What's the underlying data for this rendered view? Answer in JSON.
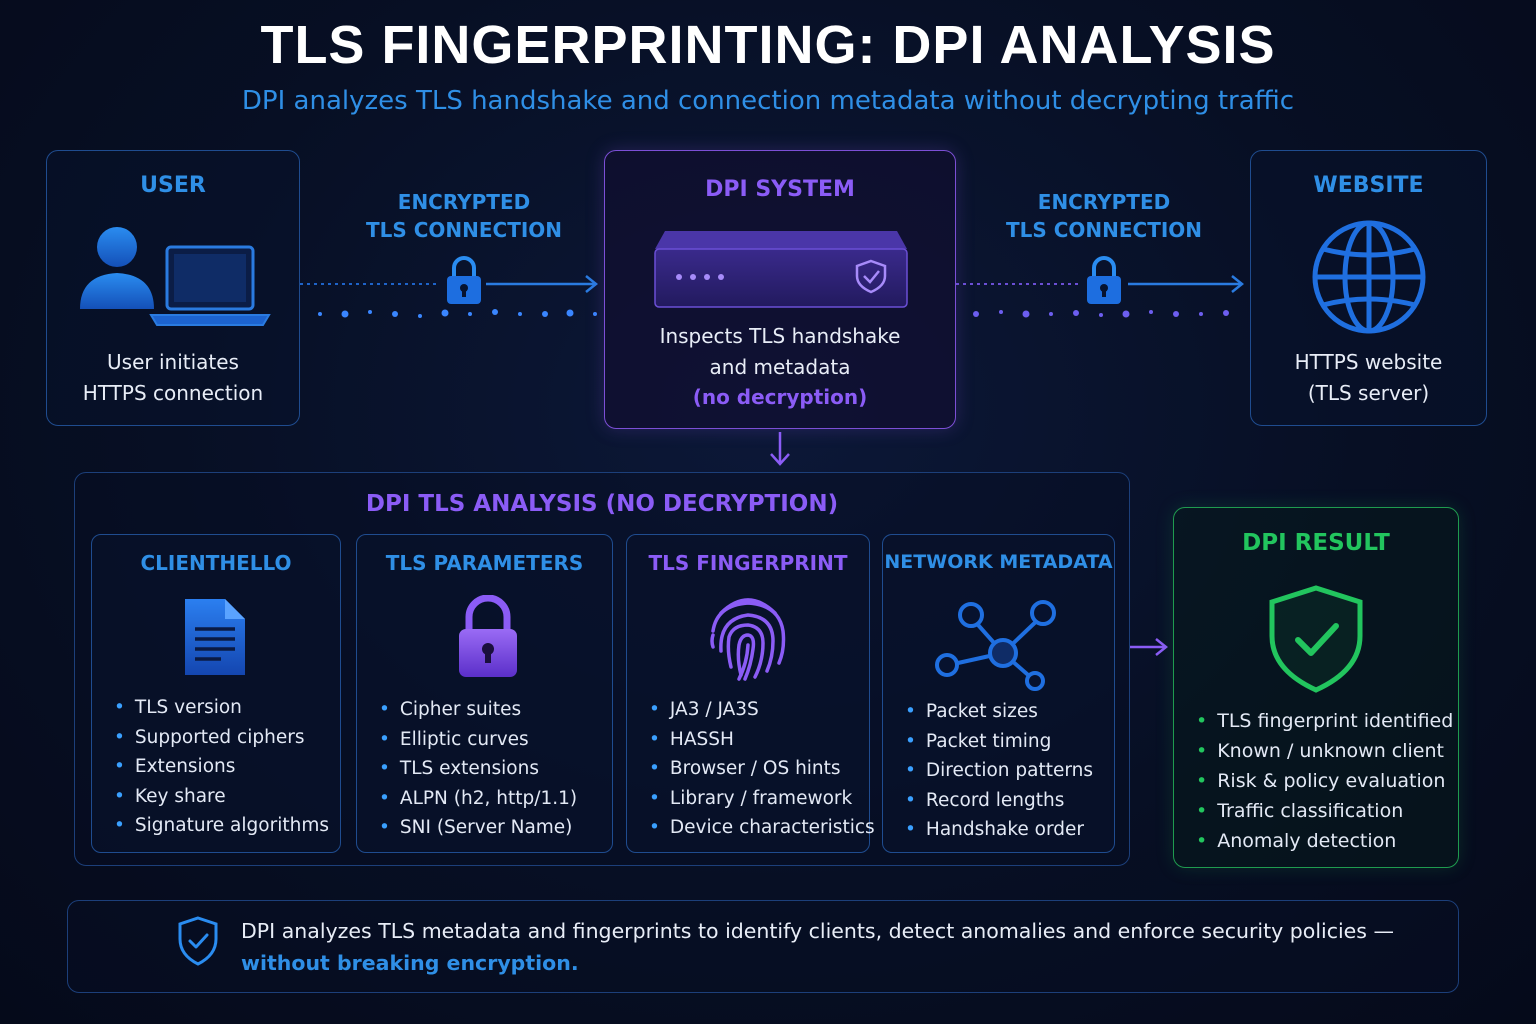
{
  "header": {
    "title": "TLS FINGERPRINTING: DPI ANALYSIS",
    "subtitle": "DPI analyzes TLS handshake and connection metadata without decrypting traffic"
  },
  "user": {
    "title": "USER",
    "line1": "User initiates",
    "line2": "HTTPS connection",
    "icons": [
      "person-icon",
      "laptop-icon"
    ]
  },
  "connection_left": {
    "line1": "ENCRYPTED",
    "line2": "TLS CONNECTION",
    "icon": "lock-icon"
  },
  "dpi_system": {
    "title": "DPI SYSTEM",
    "line1": "Inspects TLS handshake",
    "line2": "and metadata",
    "line3": "(no decryption)",
    "icon": "server-appliance-icon"
  },
  "connection_right": {
    "line1": "ENCRYPTED",
    "line2": "TLS CONNECTION",
    "icon": "lock-icon"
  },
  "website": {
    "title": "WEBSITE",
    "line1": "HTTPS website",
    "line2": "(TLS server)",
    "icon": "globe-icon"
  },
  "analysis": {
    "title": "DPI TLS ANALYSIS (NO DECRYPTION)",
    "cards": [
      {
        "title": "CLIENTHELLO",
        "icon": "document-icon",
        "color": "#2f8fe6",
        "items": [
          "TLS version",
          "Supported ciphers",
          "Extensions",
          "Key share",
          "Signature algorithms"
        ]
      },
      {
        "title": "TLS PARAMETERS",
        "icon": "padlock-icon",
        "color": "#2f8fe6",
        "items": [
          "Cipher suites",
          "Elliptic curves",
          "TLS extensions",
          "ALPN (h2, http/1.1)",
          "SNI (Server Name)"
        ]
      },
      {
        "title": "TLS FINGERPRINT",
        "icon": "fingerprint-icon",
        "color": "#8b5cf6",
        "items": [
          "JA3 / JA3S",
          "HASSH",
          "Browser / OS hints",
          "Library / framework",
          "Device characteristics"
        ]
      },
      {
        "title": "NETWORK METADATA",
        "icon": "network-icon",
        "color": "#2f8fe6",
        "items": [
          "Packet sizes",
          "Packet timing",
          "Direction patterns",
          "Record lengths",
          "Handshake order"
        ]
      }
    ]
  },
  "result": {
    "title": "DPI RESULT",
    "icon": "shield-check-icon",
    "items": [
      "TLS fingerprint identified",
      "Known / unknown client",
      "Risk & policy evaluation",
      "Traffic classification",
      "Anomaly detection"
    ]
  },
  "footer": {
    "icon": "shield-check-icon",
    "text": "DPI analyzes TLS metadata and fingerprints to identify clients, detect anomalies and enforce security policies —",
    "highlight": "without breaking encryption."
  },
  "colors": {
    "blue": "#2f8fe6",
    "purple": "#8b5cf6",
    "green": "#22c55e",
    "background": "#070f24"
  }
}
